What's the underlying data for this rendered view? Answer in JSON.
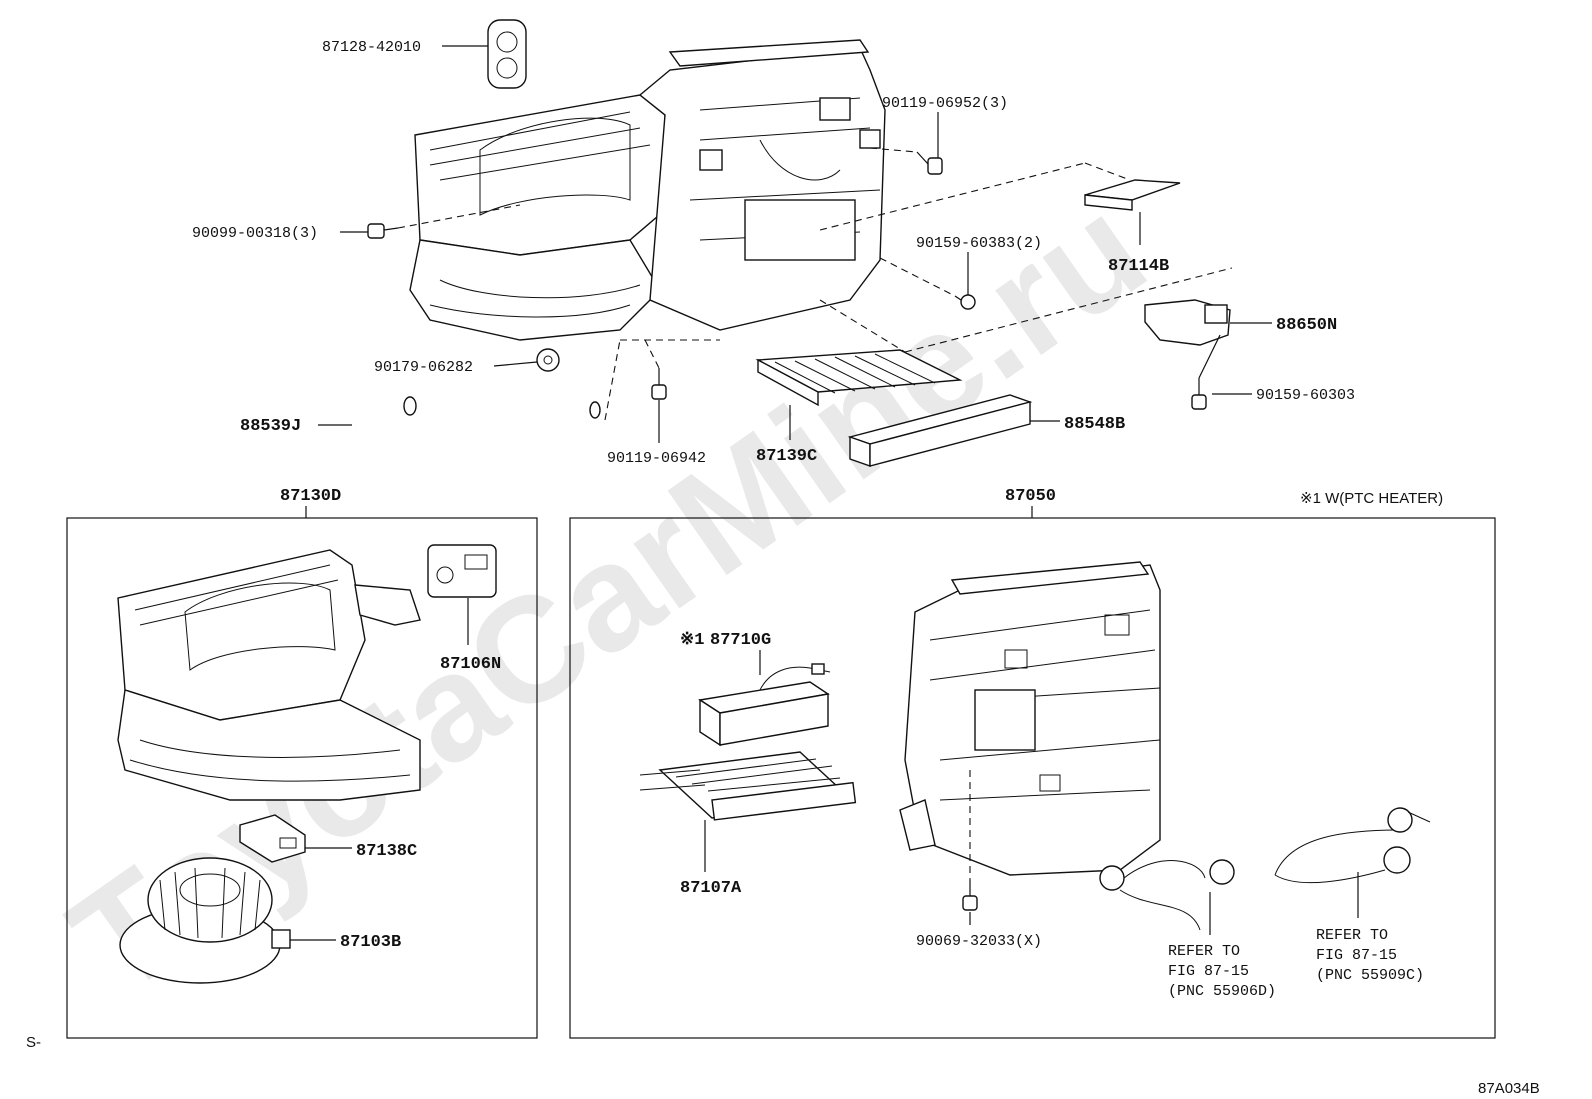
{
  "watermark": "ToyotaCarMine.ru",
  "figure_code": "87A034B",
  "corner_mark": "S-",
  "labels": {
    "p87128_42010": "87128-42010",
    "p90119_06952": "90119-06952(3)",
    "p90099_00318": "90099-00318(3)",
    "p87114B": "87114B",
    "p90159_60383": "90159-60383(2)",
    "p88650N": "88650N",
    "p90179_06282": "90179-06282",
    "p90159_60303": "90159-60303",
    "p88539J": "88539J",
    "p88548B": "88548B",
    "p87139C": "87139C",
    "p90119_06942": "90119-06942",
    "p87130D": "87130D",
    "p87050": "87050",
    "ptc_note": "※1 W(PTC HEATER)",
    "p87106N": "87106N",
    "p87138C": "87138C",
    "p87103B": "87103B",
    "p87710G_mark": "※1",
    "p87710G": "87710G",
    "p87107A": "87107A",
    "p90069_32033": "90069-32033(X)"
  },
  "refer_left": {
    "line1": "REFER TO",
    "line2": "FIG 87-15",
    "line3": "(PNC 55906D)"
  },
  "refer_right": {
    "line1": "REFER TO",
    "line2": "FIG 87-15",
    "line3": "(PNC 55909C)"
  }
}
